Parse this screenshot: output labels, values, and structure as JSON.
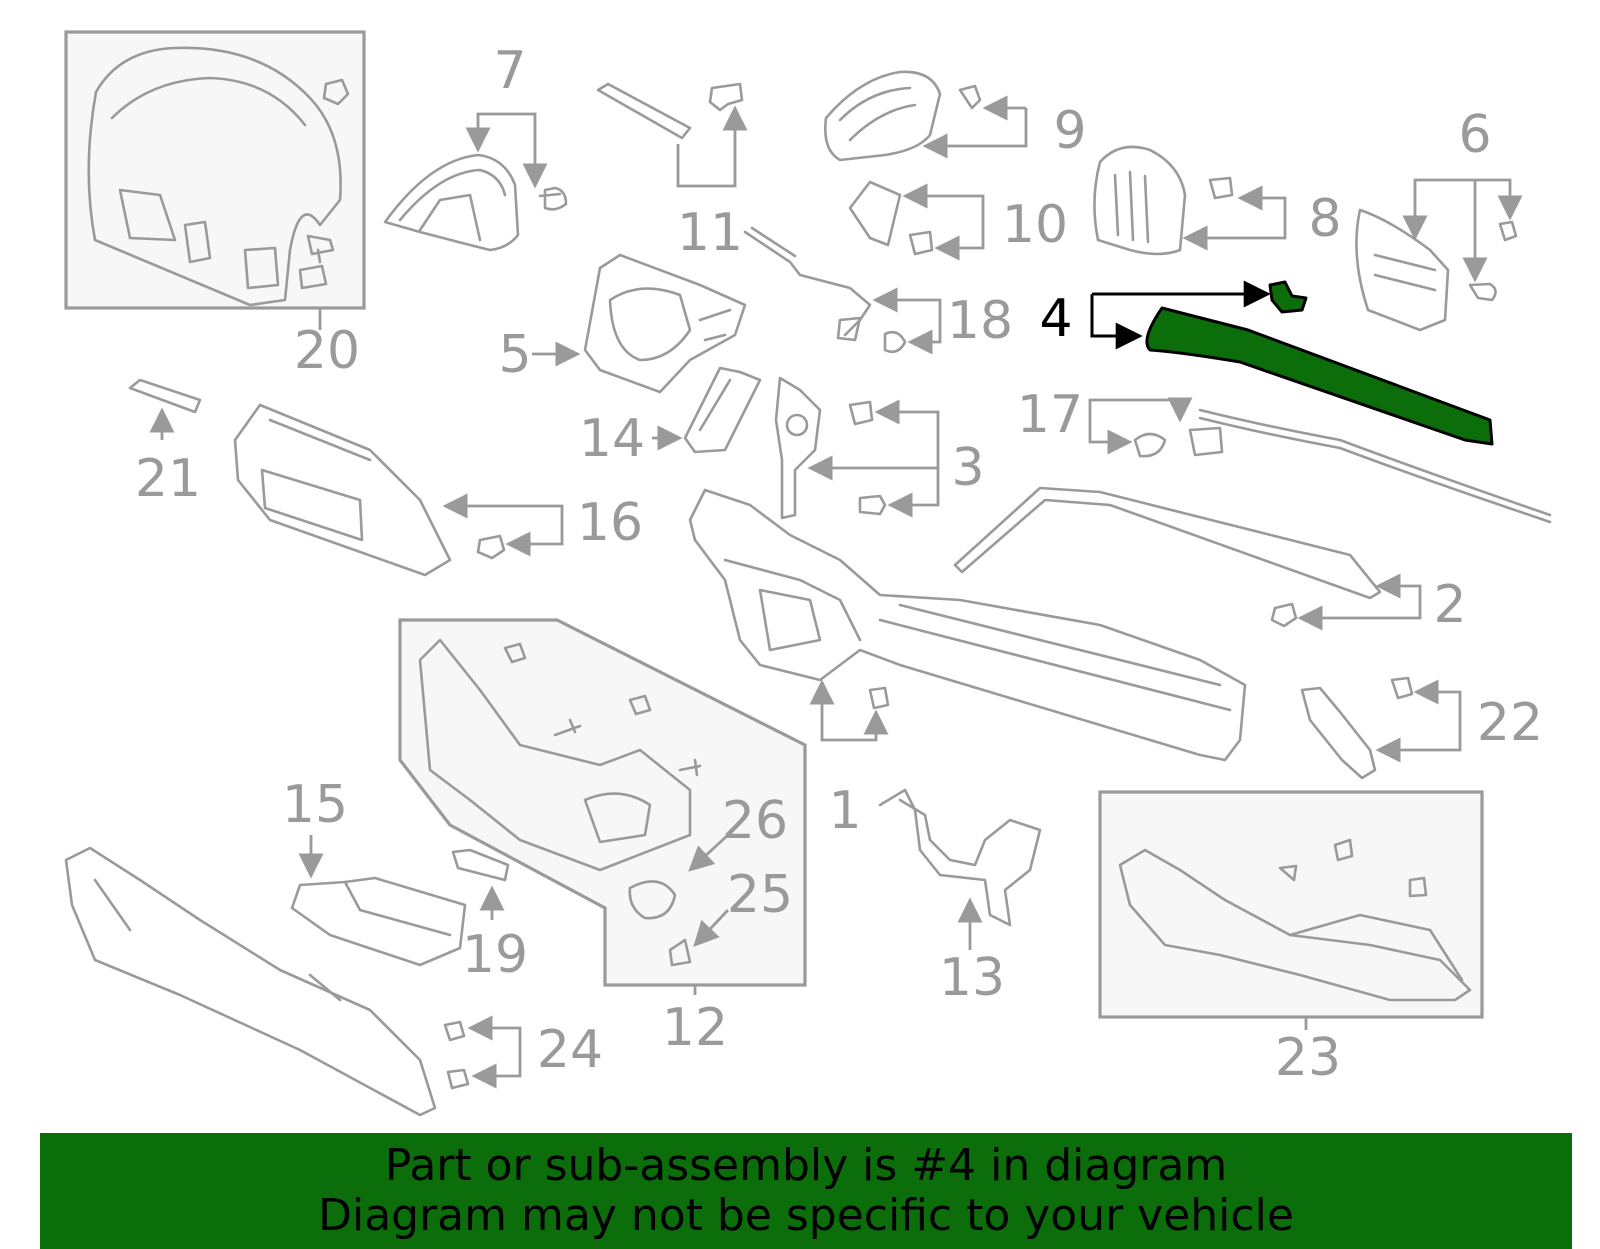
{
  "colors": {
    "highlight": "#0b6e0b",
    "part_line": "#9a9a9a",
    "banner_text": "#000000"
  },
  "callouts": [
    "1",
    "2",
    "3",
    "4",
    "5",
    "6",
    "7",
    "8",
    "9",
    "10",
    "11",
    "12",
    "13",
    "14",
    "15",
    "16",
    "17",
    "18",
    "19",
    "20",
    "21",
    "22",
    "23",
    "24",
    "25",
    "26"
  ],
  "highlighted_callout": "4",
  "banner": {
    "line1": "Part or sub-assembly is #4 in diagram",
    "line2": "Diagram may not be specific to your vehicle"
  }
}
